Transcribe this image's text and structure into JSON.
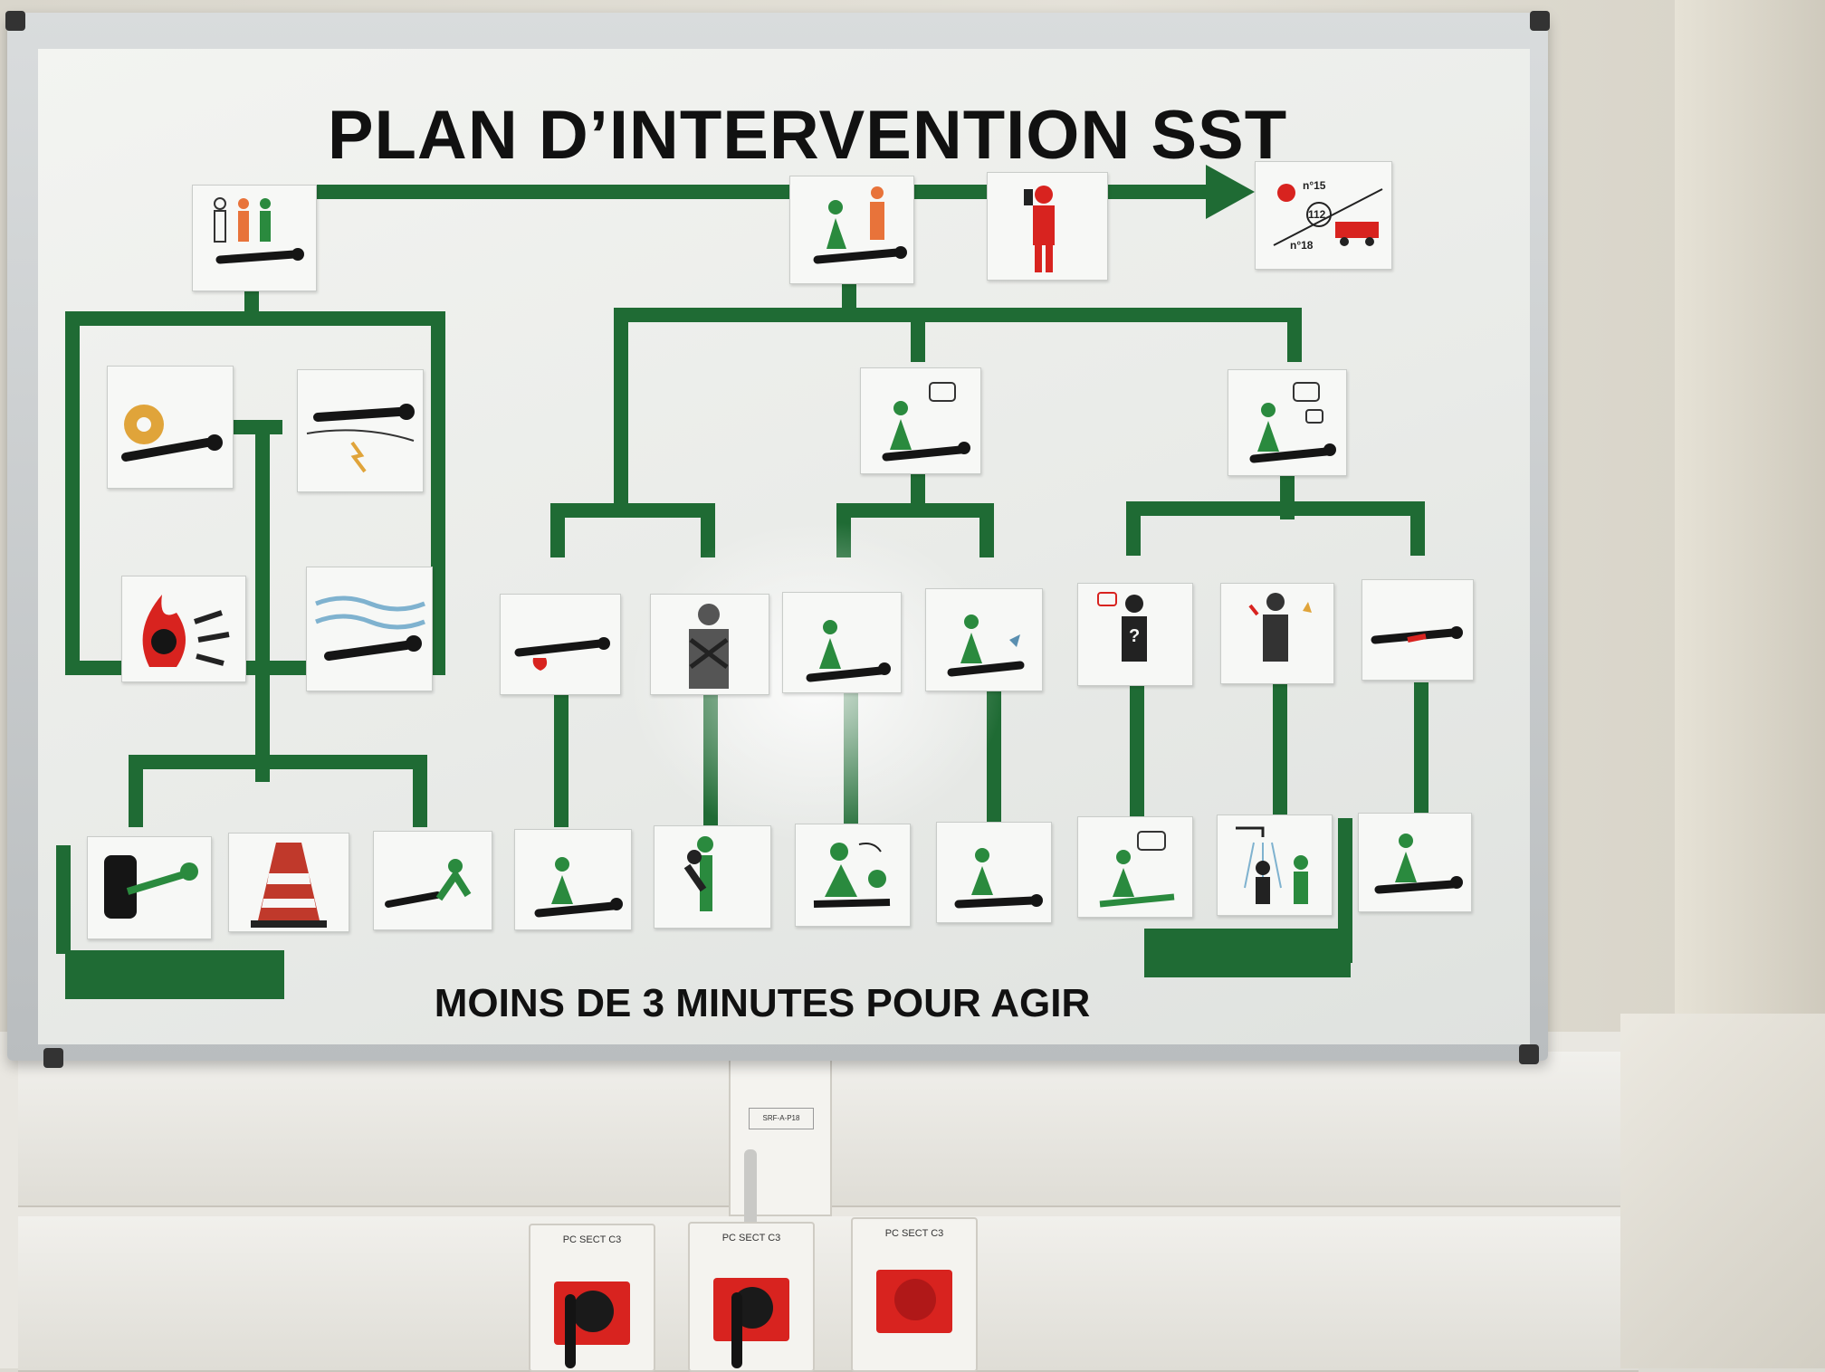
{
  "board": {
    "title": "PLAN D’INTERVENTION SST",
    "footer": "MOINS DE 3 MINUTES POUR AGIR"
  },
  "emergency_card": {
    "samu": "n°15",
    "europe": "112",
    "pompiers": "n°18"
  },
  "outlets": [
    {
      "label": "PC SECT C3"
    },
    {
      "label": "PC SECT C3"
    },
    {
      "label": "PC SECT C3"
    }
  ],
  "network_socket": {
    "label": "SRF-A-P18"
  },
  "colors": {
    "line_green": "#1f6b34",
    "figure_green": "#2a8a3e",
    "figure_black": "#151515",
    "alert_red": "#d8231f",
    "orange": "#e8733a"
  },
  "icons": [
    "witness-group-icon",
    "rescuer-alerting-icon",
    "caller-phone-icon",
    "emergency-services-icon",
    "electrical-hazard-icon",
    "crushed-victim-icon",
    "fire-explosion-icon",
    "drowning-icon",
    "rescuer-talking-icon",
    "rescuer-questioning-icon",
    "bleeding-victim-icon",
    "choking-person-icon",
    "unconscious-breathing-icon",
    "unconscious-not-breathing-icon",
    "confused-person-icon",
    "burned-person-icon",
    "injured-victim-icon",
    "cut-power-icon",
    "traffic-cone-icon",
    "evacuate-victim-icon",
    "compress-wound-icon",
    "back-blows-icon",
    "recovery-position-icon",
    "cpr-icon",
    "monitor-victim-icon",
    "shower-burn-icon",
    "stabilize-victim-icon"
  ]
}
